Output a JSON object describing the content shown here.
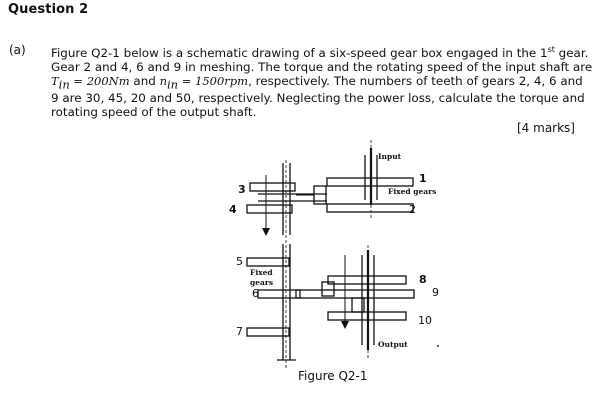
{
  "question": {
    "heading": "Question 2",
    "part_label": "(a)",
    "lines": {
      "l1a": "Figure Q2-1 below is a schematic drawing of a six-speed gear box engaged in the 1",
      "l1sup": "st",
      "l1b": " gear.",
      "l2": "Gear 2 and 4, 6 and 9 in meshing. The torque and the rotating speed of the input shaft are",
      "l3_tin": "T",
      "l3_tin_sub": "in",
      "l3_tin_val": " = 200Nm",
      "l3_and": " and ",
      "l3_nin": "n",
      "l3_nin_sub": "in",
      "l3_nin_val": " = 1500rpm",
      "l3_rest": ", respectively. The numbers of teeth of gears 2, 4, 6 and",
      "l4": "9 are 30, 45, 20 and 50, respectively. Neglecting the power loss, calculate the torque and",
      "l5": "rotating speed of the output shaft."
    },
    "marks": "[4 marks]"
  },
  "figure": {
    "caption": "Figure Q2-1",
    "labels": {
      "input": "Input",
      "output": "Output",
      "fixed_gears_top": "Fixed gears",
      "fixed_gears_left_1": "Fixed",
      "fixed_gears_left_2": "gears"
    },
    "gear_numbers": {
      "g1": "1",
      "g2": "2",
      "g3": "3",
      "g4": "4",
      "g5": "5",
      "g6": "6",
      "g7": "7",
      "g8": "8",
      "g9": "9",
      "g10": "10"
    }
  }
}
